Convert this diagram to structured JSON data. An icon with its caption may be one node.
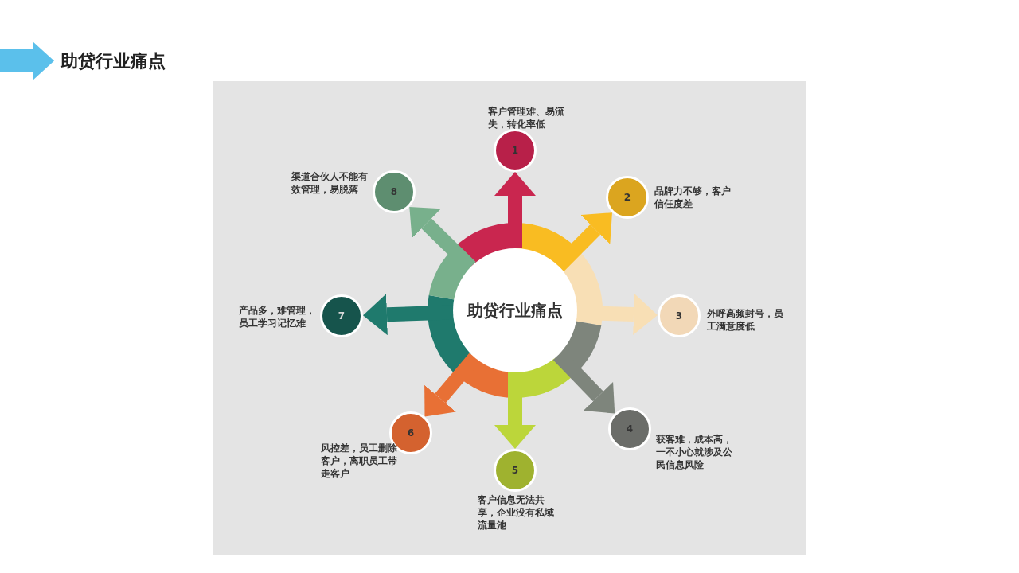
{
  "diagram": {
    "title": "助贷行业痛点",
    "nodes": [
      {
        "text": [
          "助贷行业痛点"
        ]
      },
      {
        "text": [
          "1"
        ],
        "beside": [
          "客户管理难、易流失，转化率低"
        ]
      },
      {
        "text": [
          "2"
        ],
        "beside": [
          "品牌力不够，客户信任度差"
        ]
      },
      {
        "text": [
          "3"
        ],
        "beside": [
          "外呼高频封号，员工满意度低"
        ]
      },
      {
        "text": [
          "4"
        ],
        "beside": [
          "获客难，成本高，一不小心就涉及公民信息风险"
        ]
      },
      {
        "text": [
          "5"
        ],
        "beside": [
          "客户信息无法共享，企业没有私域流量池"
        ]
      },
      {
        "text": [
          "6"
        ],
        "beside": [
          "风控差，员工删除客户，离职员工带走客户"
        ]
      },
      {
        "text": [
          "7"
        ],
        "beside": [
          "产品多，难管理，员工学习记忆难"
        ]
      },
      {
        "text": [
          "8"
        ],
        "beside": [
          "渠道合伙人不能有效管理，易脱落"
        ]
      }
    ],
    "edges": [
      {
        "from": 0,
        "to": 1,
        "arrow": "to",
        "color": "#c9264f"
      },
      {
        "from": 0,
        "to": 2,
        "arrow": "to",
        "color": "#f9bc22"
      },
      {
        "from": 0,
        "to": 3,
        "arrow": "to",
        "color": "#f8dfb5"
      },
      {
        "from": 0,
        "to": 4,
        "arrow": "to",
        "color": "#7e857c"
      },
      {
        "from": 0,
        "to": 5,
        "arrow": "to",
        "color": "#bcd63a"
      },
      {
        "from": 0,
        "to": 6,
        "arrow": "to",
        "color": "#e87035"
      },
      {
        "from": 0,
        "to": 7,
        "arrow": "to",
        "color": "#1f7a6d"
      },
      {
        "from": 0,
        "to": 8,
        "arrow": "to",
        "color": "#78b08c"
      }
    ]
  }
}
